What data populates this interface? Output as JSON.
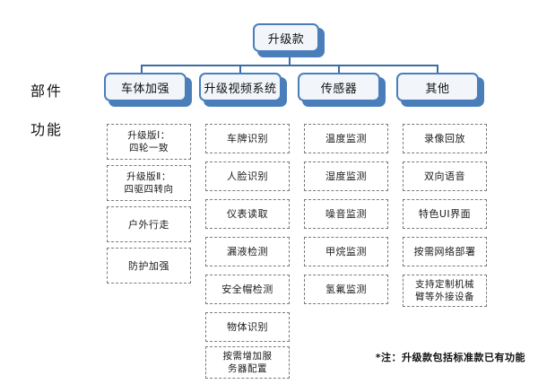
{
  "diagram": {
    "root": {
      "label": "升级款"
    },
    "row_labels": {
      "parts": "部件",
      "functions": "功能"
    },
    "colors": {
      "box_border": "#4a7ebb",
      "box_shadow": "#4a7ebb",
      "box_fill": "#f2f5f9",
      "connector": "#3a6ea5",
      "dashed_border": "#7a7a7a",
      "text": "#111111",
      "background": "#ffffff"
    },
    "columns": [
      {
        "header": "车体加强",
        "items": [
          "升级版Ⅰ：\n四轮一致",
          "升级版Ⅱ：\n四驱四转向",
          "户外行走",
          "防护加强"
        ]
      },
      {
        "header": "升级视频系统",
        "items": [
          "车牌识别",
          "人脸识别",
          "仪表读取",
          "漏液检测",
          "安全帽检测",
          "物体识别",
          "按需增加服\n务器配置"
        ]
      },
      {
        "header": "传感器",
        "items": [
          "温度监测",
          "湿度监测",
          "噪音监测",
          "甲烷监测",
          "氢氟监测"
        ]
      },
      {
        "header": "其他",
        "items": [
          "录像回放",
          "双向语音",
          "特色UI界面",
          "按需网络部署",
          "支持定制机械\n臂等外接设备"
        ]
      }
    ],
    "footnote": "*注：升级款包括标准款已有功能"
  }
}
